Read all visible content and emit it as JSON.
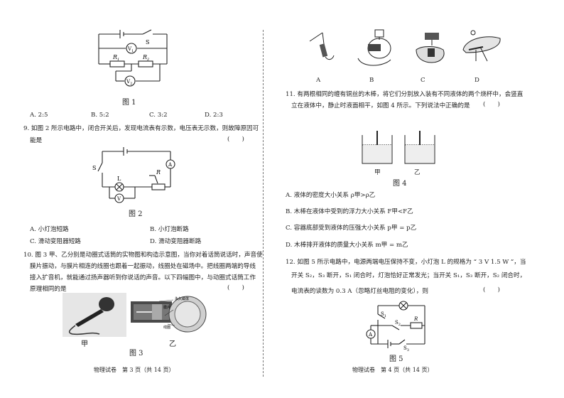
{
  "left": {
    "fig1": {
      "caption": "图 1",
      "S": "S",
      "R1": "R",
      "R1_sub": "1",
      "R2": "R",
      "R2_sub": "2",
      "V1": "V",
      "V1_sub": "1",
      "V2": "V",
      "V2_sub": "2"
    },
    "q8_options": [
      "A. 2:5",
      "B. 5:2",
      "C. 3:2",
      "D. 2:3"
    ],
    "q9": {
      "line1": "9. 如图 2 所示电路中，闭合开关后，发现电流表有示数，电压表无示数，则故障原因可",
      "line2": "能是",
      "bracket": "(　　)",
      "fig": {
        "caption": "图 2",
        "S": "S",
        "L": "L",
        "R": "R",
        "A": "A",
        "V": "V"
      },
      "options": [
        "A. 小灯泡短路",
        "B. 小灯泡断路",
        "C. 滑动变阻器短路",
        "D. 滑动变阻器断路"
      ]
    },
    "q10": {
      "lines": [
        "10. 图 3 甲、乙分别是动圈式话筒的实物图和构造示意图，当你对着话筒说话时，声音使",
        "膜片振动，与膜片相连的线圈也跟着一起振动，线圈处在磁场中。把线圈两端的导线",
        "接入扩音机，就能通过扬声器听到你说话的声音。以下四幅图中，与动圈式话筒工作",
        "原理相同的是"
      ],
      "bracket": "(　　)",
      "fig": {
        "caption": "图 3",
        "jia": "甲",
        "yi": "乙",
        "label1": "永久磁体",
        "label2": "膜片",
        "label3": "线圈"
      }
    },
    "footer": "物理试卷　第 3 页（共 14 页）"
  },
  "right": {
    "q10_choices": [
      "A",
      "B",
      "C",
      "D"
    ],
    "q11": {
      "lines": [
        "11. 有两根相同的缠有铜丝的木棒，将它们分别放入装有不同液体的两个烧杯中，会竖直",
        "立在液体中，静止时液面相平，如图 4 所示。下列说法中正确的是"
      ],
      "bracket": "(　　)",
      "fig": {
        "caption": "图 4",
        "jia": "甲",
        "yi": "乙"
      },
      "options": [
        "A. 液体的密度大小关系 ρ甲>ρ乙",
        "B. 木棒在液体中受到的浮力大小关系 F甲<F乙",
        "C. 容器底部受到液体的压强大小关系 p甲 = p乙",
        "D. 木棒排开液体的质量大小关系 m甲 = m乙"
      ]
    },
    "q12": {
      "lines": [
        "12. 如图 5 所示电路中，电源两端电压保持不变，小灯泡 L 的规格为 “ 3 V  1.5 W ”，当",
        "开关 S₂，S₃ 断开，S₁ 闭合时，灯泡恰好正常发光；当开关 S₁，S₃ 断开，S₂ 闭合时，",
        "电流表的读数为 0.3 A（忽略灯丝电阻的变化），则"
      ],
      "bracket": "(　　)",
      "fig": {
        "caption": "图 5",
        "S1": "S",
        "S1_sub": "1",
        "S2": "S",
        "S2_sub": "2",
        "S3": "S",
        "S3_sub": "3",
        "A": "A",
        "R": "R"
      }
    },
    "footer": "物理试卷　第 4 页（共 14 页）"
  }
}
